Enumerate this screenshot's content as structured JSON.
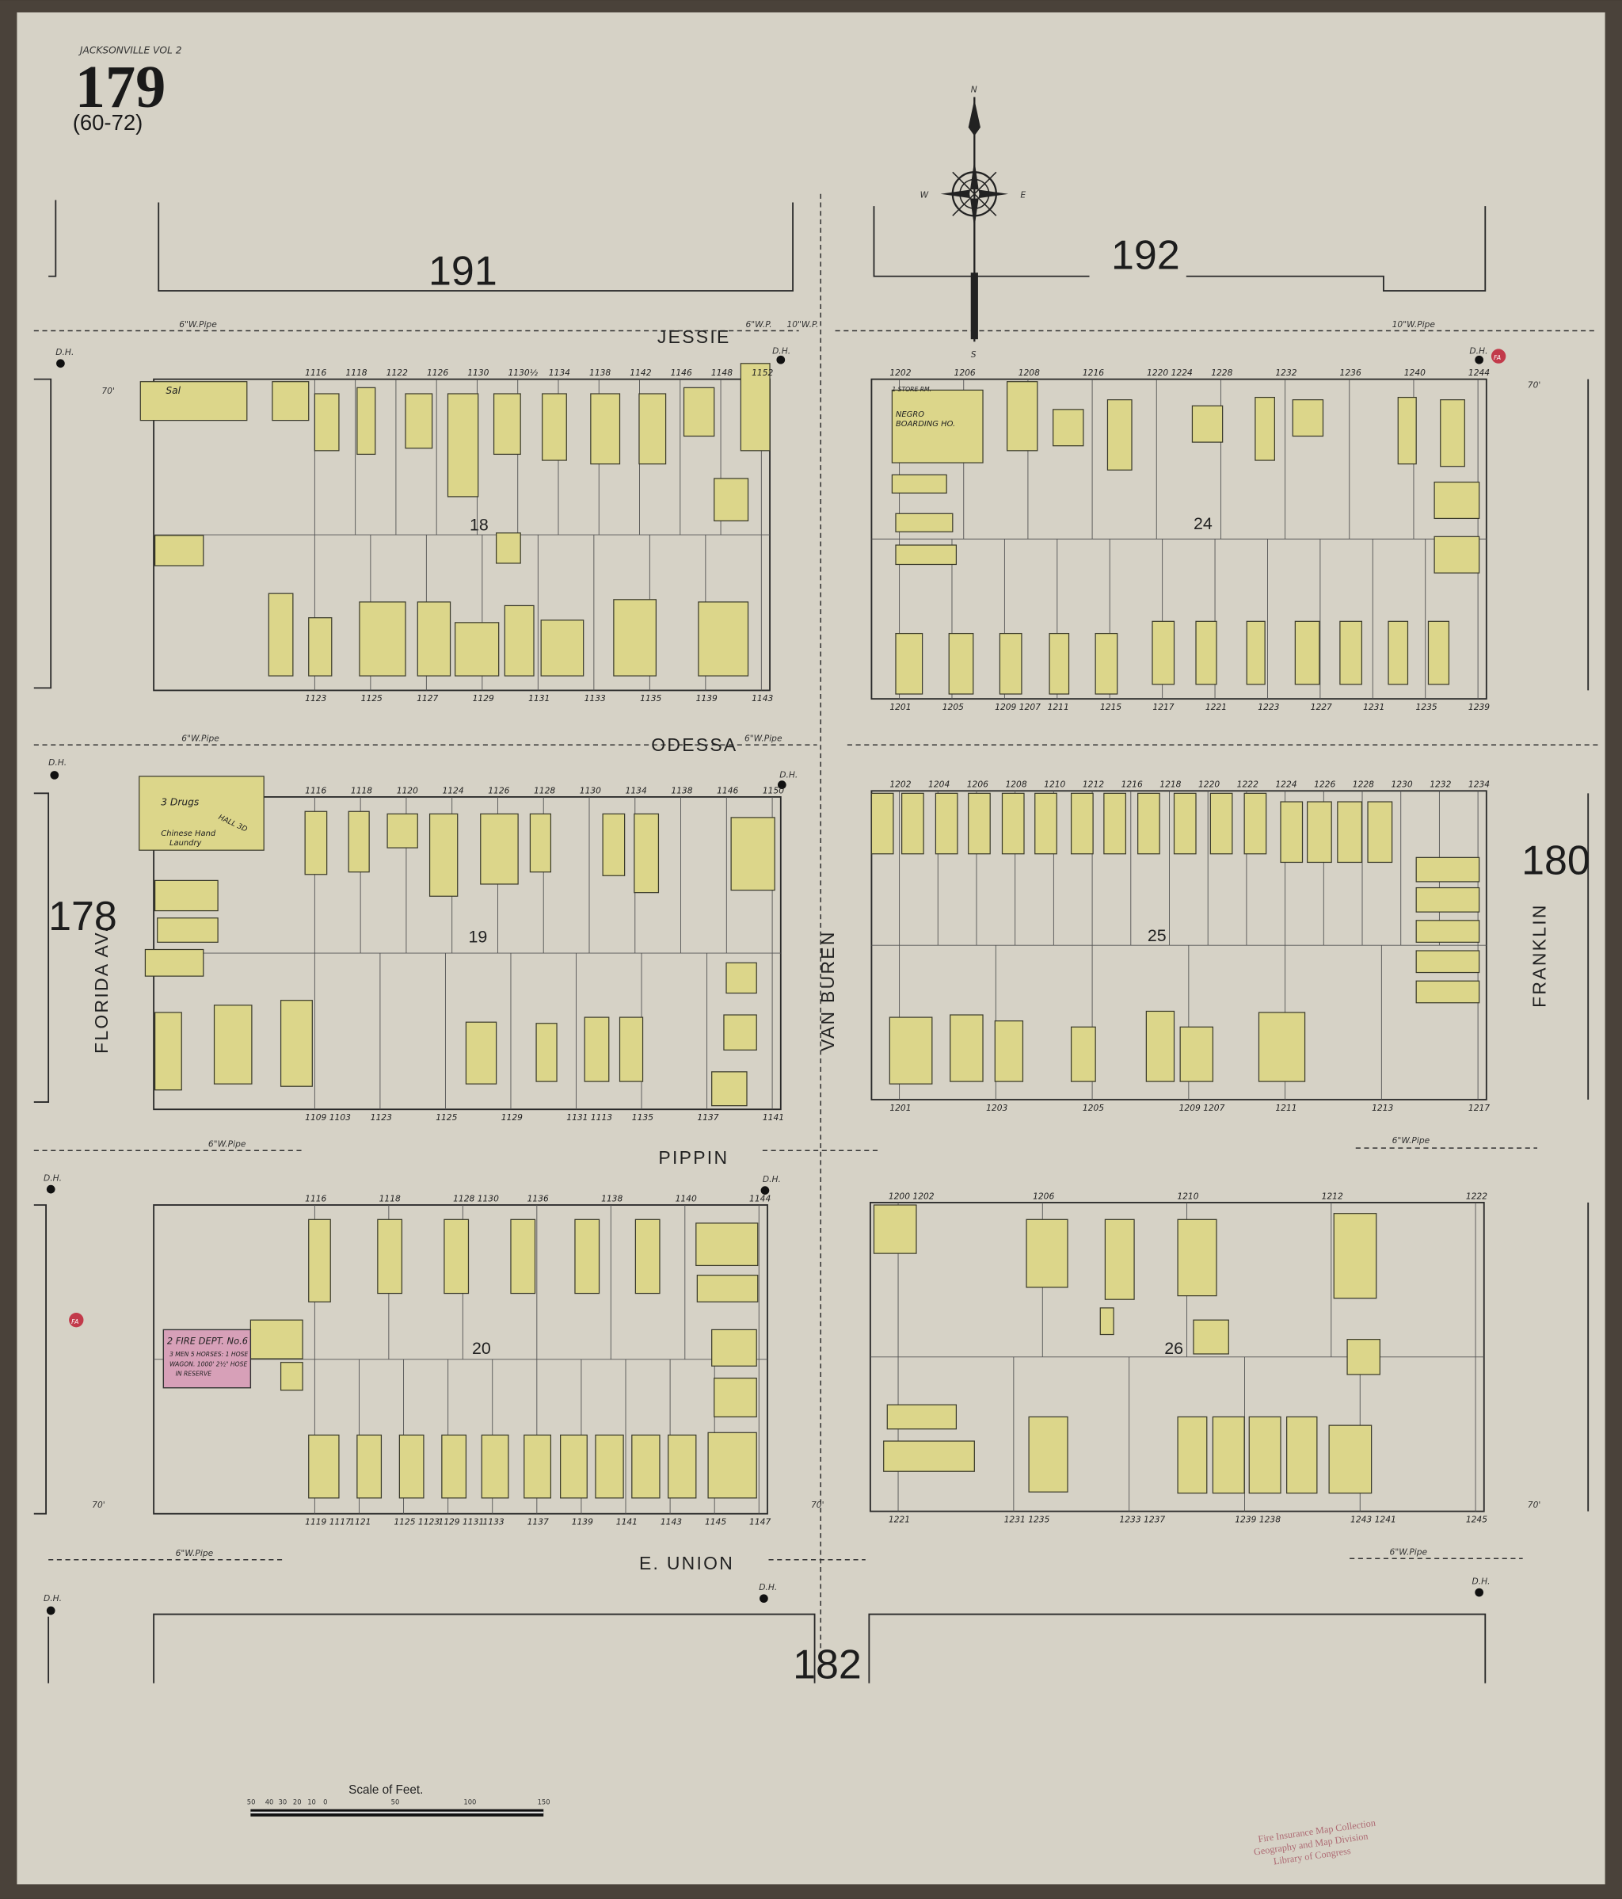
{
  "header": {
    "city_volume": "JACKSONVILLE VOL 2",
    "sheet_number": "179",
    "sheet_range": "(60-72)"
  },
  "streets": {
    "jessie": "JESSIE",
    "odessa": "ODESSA",
    "pippin": "PIPPIN",
    "e_union": "E. UNION",
    "florida_av": "FLORIDA AV.",
    "van_buren": "VAN BUREN",
    "franklin": "FRANKLIN"
  },
  "adjacent_sheets": {
    "north_left": "191",
    "north_right": "192",
    "west": "178",
    "east": "180",
    "south": "182"
  },
  "blocks": [
    {
      "number": "18",
      "top": [
        "1116",
        "1118",
        "1122",
        "1126",
        "1130",
        "1130½",
        "1134",
        "1138",
        "1142",
        "1146",
        "1148",
        "1152"
      ],
      "bottom": [
        "1123",
        "1125",
        "1127",
        "1129",
        "1131",
        "1133",
        "1135",
        "1139",
        "1143"
      ]
    },
    {
      "number": "24",
      "top": [
        "1202",
        "1206",
        "1208",
        "1216",
        "1220 1224",
        "1228",
        "1232",
        "1236",
        "1240",
        "1244"
      ],
      "bottom": [
        "1201",
        "1205",
        "1209 1207",
        "1211",
        "1215",
        "1217",
        "1221",
        "1223",
        "1227",
        "1231",
        "1235",
        "1239"
      ]
    },
    {
      "number": "19",
      "top": [
        "1116",
        "1118",
        "1120",
        "1124",
        "1126",
        "1128",
        "1130",
        "1134",
        "1138",
        "1146",
        "1150"
      ],
      "bottom": [
        "1109 1103",
        "1123",
        "1125",
        "1129",
        "1131 1113",
        "1135",
        "1137",
        "1141"
      ]
    },
    {
      "number": "25",
      "top": [
        "1202",
        "1204",
        "1206",
        "1208",
        "1210",
        "1212",
        "1216",
        "1218",
        "1220",
        "1222",
        "1224",
        "1226",
        "1228",
        "1230",
        "1232",
        "1234"
      ],
      "bottom": [
        "1201",
        "1203",
        "1205",
        "1209 1207",
        "1211",
        "1213",
        "1217"
      ]
    },
    {
      "number": "20",
      "top": [
        "1116",
        "1118",
        "1128 1130",
        "1136",
        "1138",
        "1140",
        "1144"
      ],
      "bottom": [
        "1119 1117",
        "1121",
        "1125 1123",
        "1129 1131",
        "1133",
        "1137",
        "1139",
        "1141",
        "1143",
        "1145",
        "1147"
      ]
    },
    {
      "number": "26",
      "top": [
        "1200 1202",
        "1206",
        "1210",
        "1212",
        "1222"
      ],
      "bottom": [
        "1221",
        "1231 1235",
        "1233 1237",
        "1239 1238",
        "1243 1241",
        "1245"
      ]
    }
  ],
  "building_labels": {
    "saloon": "Sal",
    "drugs": "3 Drugs",
    "chinese_laundry_1": "Chinese Hand",
    "chinese_laundry_2": "Laundry",
    "hall": "HALL 3D",
    "boarding_1": "NEGRO",
    "boarding_2": "BOARDING HO.",
    "store_room": "1 STORE RM.",
    "fire_dept_1": "2 FIRE DEPT. No.6",
    "fire_dept_2": "3 MEN 5 HORSES: 1 HOSE",
    "fire_dept_3": "WAGON. 1000' 2½\" HOSE",
    "fire_dept_4": "IN RESERVE"
  },
  "pipes": {
    "six_inch": "6\"W.Pipe",
    "ten_inch": "10\"W.Pipe",
    "six_inch_short": "6\"W.P.",
    "ten_inch_short": "10\"W.P.",
    "street_width": "70'",
    "hydrant": "D.H.",
    "fire_alarm": "FA"
  },
  "compass": {
    "n": "N",
    "s": "S",
    "e": "E",
    "w": "W"
  },
  "scale": {
    "title": "Scale of Feet.",
    "ticks": [
      "50",
      "40",
      "30",
      "20",
      "10",
      "0",
      "50",
      "100",
      "150"
    ]
  },
  "stamp": {
    "line1": "Fire Insurance Map Collection",
    "line2": "Geography and Map Division",
    "line3": "Library of Congress"
  },
  "colors": {
    "paper": "#d6d2c6",
    "frame": "#4a423a",
    "frame_building": "#dcd68a",
    "brick_building": "#d7a0b8",
    "ink": "#222222",
    "stamp": "#a04858"
  }
}
